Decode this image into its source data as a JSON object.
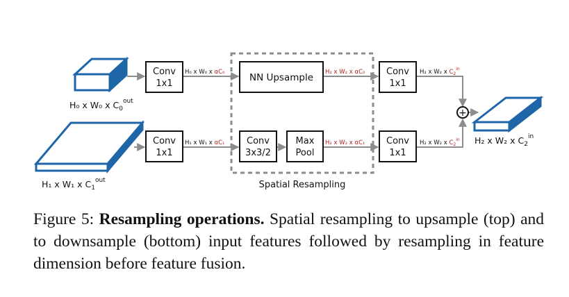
{
  "diagram": {
    "input_top_label": {
      "base": "H₀ x W₀ x C",
      "sub": "0",
      "sup": "out"
    },
    "input_bottom_label": {
      "base": "H₁ x W₁ x C",
      "sub": "1",
      "sup": "out"
    },
    "output_label": {
      "base": "H₂ x W₂ x C",
      "sub": "2",
      "sup": "in"
    },
    "conv_top_left": {
      "line1": "Conv",
      "line2": "1x1"
    },
    "conv_bottom_left": {
      "line1": "Conv",
      "line2": "1x1"
    },
    "nn_upsample": "NN Upsample",
    "conv_strided": {
      "line1": "Conv",
      "line2": "3x3/2"
    },
    "max_pool": {
      "line1": "Max",
      "line2": "Pool"
    },
    "conv_top_right": {
      "line1": "Conv",
      "line2": "1x1"
    },
    "conv_bottom_right": {
      "line1": "Conv",
      "line2": "1x1"
    },
    "group_label": "Spatial Resampling",
    "edge_top_1": {
      "dims": "H₀ x W₀ x ",
      "colored": "αC₀"
    },
    "edge_bottom_1": {
      "dims": "H₁ x W₁ x ",
      "colored": "αC₁"
    },
    "edge_top_2": "H₂ x W₂ x αC₀",
    "edge_bottom_2": "H₂ x W₂ x αC₁",
    "edge_top_3": {
      "base": "H₂ x W₂ x ",
      "colored": "C",
      "sub": "2",
      "sup": "in"
    },
    "edge_bottom_3": {
      "base": "H₂ x W₂ x ",
      "colored": "C",
      "sub": "2",
      "sup": "in"
    },
    "sum_symbol": "+",
    "colors": {
      "accent_red": "#b22222",
      "tensor_blue": "#1f66a8",
      "arrow_gray": "#8c8c8c"
    }
  },
  "caption": {
    "prefix": "Figure 5: ",
    "bold": "Resampling operations.",
    "text": " Spatial resampling to upsample (top) and to downsample (bottom) input features followed by resampling in feature dimension before feature fusion."
  }
}
